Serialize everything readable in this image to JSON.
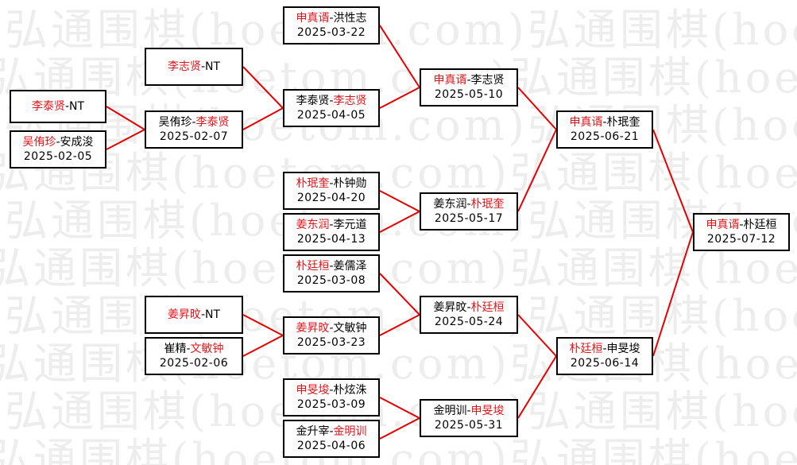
{
  "watermark": "弘通围棋(hoetom.com)",
  "matches": [
    {
      "id": "r0a",
      "p1": "李泰贤",
      "p2": "NT",
      "winner": 1,
      "date": ""
    },
    {
      "id": "r0b",
      "p1": "吴侑珍",
      "p2": "安成浚",
      "winner": 1,
      "date": "2025-02-05"
    },
    {
      "id": "r1a",
      "p1": "李志贤",
      "p2": "NT",
      "winner": 1,
      "date": ""
    },
    {
      "id": "r1b",
      "p1": "吴侑珍",
      "p2": "李泰贤",
      "winner": 2,
      "date": "2025-02-07"
    },
    {
      "id": "r1c",
      "p1": "姜昇旼",
      "p2": "NT",
      "winner": 1,
      "date": ""
    },
    {
      "id": "r1d",
      "p1": "崔精",
      "p2": "文敏钟",
      "winner": 2,
      "date": "2025-02-06"
    },
    {
      "id": "r2a",
      "p1": "申真谞",
      "p2": "洪性志",
      "winner": 1,
      "date": "2025-03-22"
    },
    {
      "id": "r2b",
      "p1": "李泰贤",
      "p2": "李志贤",
      "winner": 2,
      "date": "2025-04-05"
    },
    {
      "id": "r2c",
      "p1": "朴珉奎",
      "p2": "朴钟勋",
      "winner": 1,
      "date": "2025-04-20"
    },
    {
      "id": "r2d",
      "p1": "姜东润",
      "p2": "李元道",
      "winner": 1,
      "date": "2025-04-13"
    },
    {
      "id": "r2e",
      "p1": "朴廷桓",
      "p2": "姜儒泽",
      "winner": 1,
      "date": "2025-03-08"
    },
    {
      "id": "r2f",
      "p1": "姜昇旼",
      "p2": "文敏钟",
      "winner": 1,
      "date": "2025-03-23"
    },
    {
      "id": "r2g",
      "p1": "申旻埈",
      "p2": "朴炫洙",
      "winner": 1,
      "date": "2025-03-09"
    },
    {
      "id": "r2h",
      "p1": "金升宰",
      "p2": "金明训",
      "winner": 2,
      "date": "2025-04-06"
    },
    {
      "id": "r3a",
      "p1": "申真谞",
      "p2": "李志贤",
      "winner": 1,
      "date": "2025-05-10"
    },
    {
      "id": "r3b",
      "p1": "姜东润",
      "p2": "朴珉奎",
      "winner": 2,
      "date": "2025-05-17"
    },
    {
      "id": "r3c",
      "p1": "姜昇旼",
      "p2": "朴廷桓",
      "winner": 2,
      "date": "2025-05-24"
    },
    {
      "id": "r3d",
      "p1": "金明训",
      "p2": "申旻埈",
      "winner": 2,
      "date": "2025-05-31"
    },
    {
      "id": "sf1",
      "p1": "申真谞",
      "p2": "朴珉奎",
      "winner": 1,
      "date": "2025-06-21"
    },
    {
      "id": "sf2",
      "p1": "朴廷桓",
      "p2": "申旻埈",
      "winner": 1,
      "date": "2025-06-14"
    },
    {
      "id": "final",
      "p1": "申真谞",
      "p2": "朴廷桓",
      "winner": 1,
      "date": "2025-07-12"
    }
  ]
}
